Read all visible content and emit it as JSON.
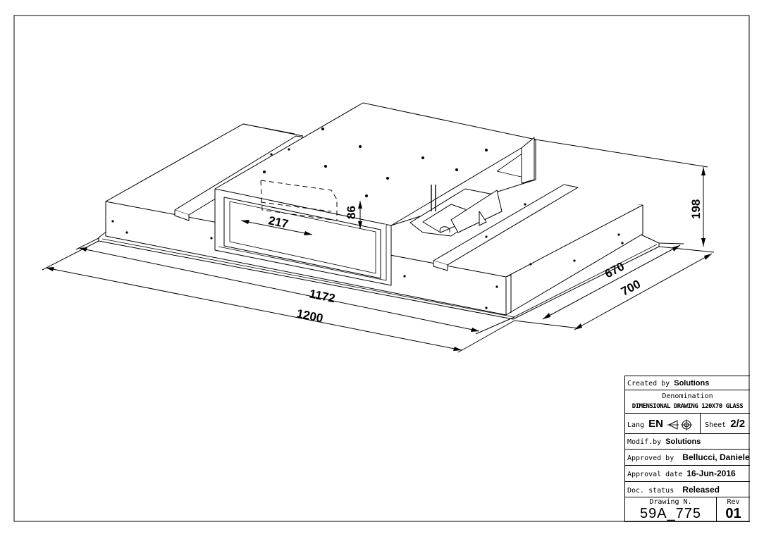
{
  "dimensions": {
    "d1172": "1172",
    "d1200": "1200",
    "d670": "670",
    "d700": "700",
    "d198": "198",
    "d217": "217",
    "d86": "86"
  },
  "title_block": {
    "created_label": "Created by",
    "created_value": "Solutions",
    "denomination_label": "Denomination",
    "denomination_value": "DIMENSIONAL DRAWING 120X70 GLASS",
    "lang_label": "Lang",
    "lang_value": "EN",
    "sheet_label": "Sheet",
    "sheet_value": "2/2",
    "modif_label": "Modif.by",
    "modif_value": "Solutions",
    "approved_label": "Approved by",
    "approved_value": "Bellucci, Daniele",
    "approval_date_label": "Approval date",
    "approval_date_value": "16-Jun-2016",
    "status_label": "Doc. status",
    "status_value": "Released",
    "drawing_label": "Drawing N.",
    "drawing_value": "59A_775",
    "rev_label": "Rev",
    "rev_value": "01"
  },
  "icons": {
    "projection_symbol": "first-angle-projection-icon"
  }
}
